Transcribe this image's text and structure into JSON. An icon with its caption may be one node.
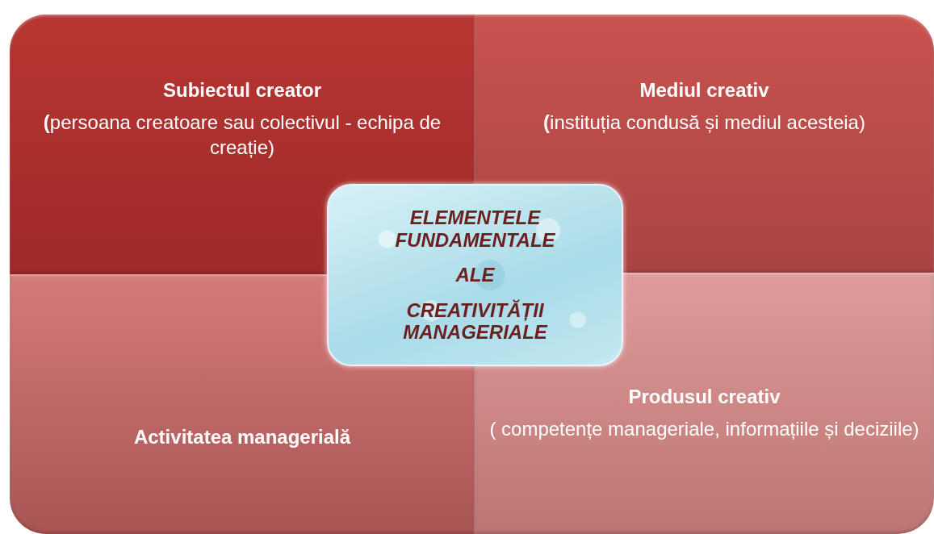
{
  "diagram": {
    "nodes": [
      {
        "text": [
          "Subiectul creator",
          "**(**persoana creatoare sau colectivul - echipa de creație)"
        ]
      },
      {
        "text": [
          "Mediul creativ",
          "**(**instituția condusă și mediul acesteia)"
        ]
      },
      {
        "text": [
          "Activitatea managerială"
        ]
      },
      {
        "text": [
          "Produsul creativ",
          "( competențe manageriale, informațiile și deciziile)"
        ]
      },
      {
        "text": [
          "ELEMENTELE FUNDAMENTALE",
          "ALE",
          "CREATIVITĂȚII MANAGERIALE"
        ]
      }
    ]
  }
}
